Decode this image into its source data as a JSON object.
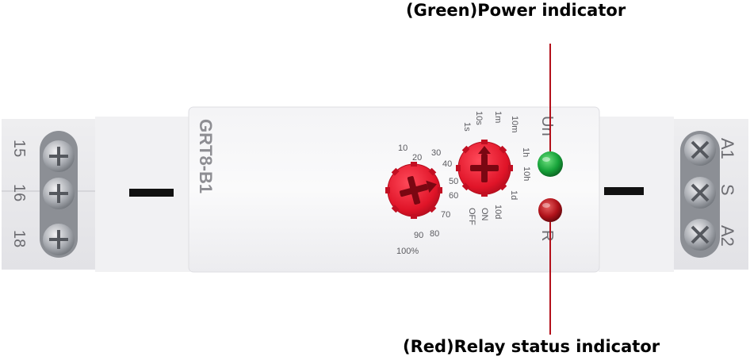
{
  "callouts": {
    "power": "(Green)Power indicator",
    "relay": "(Red)Relay status indicator"
  },
  "device": {
    "model": "GRT8-B1",
    "indicators": {
      "power_label": "Un",
      "relay_label": "R",
      "power_color": "#17a33a",
      "relay_color": "#b0121a"
    },
    "time_range_dial": {
      "labels": [
        "1s",
        "10s",
        "1m",
        "10m",
        "1h",
        "10h",
        "1d",
        "10d",
        "ON",
        "OFF"
      ]
    },
    "percent_dial": {
      "labels": [
        "10",
        "20",
        "30",
        "40",
        "50",
        "60",
        "70",
        "80",
        "90",
        "100%"
      ]
    },
    "left_terminals": [
      "15",
      "16",
      "18"
    ],
    "right_terminals": [
      "A1",
      "S",
      "A2"
    ],
    "knob_color": "#e01428"
  }
}
